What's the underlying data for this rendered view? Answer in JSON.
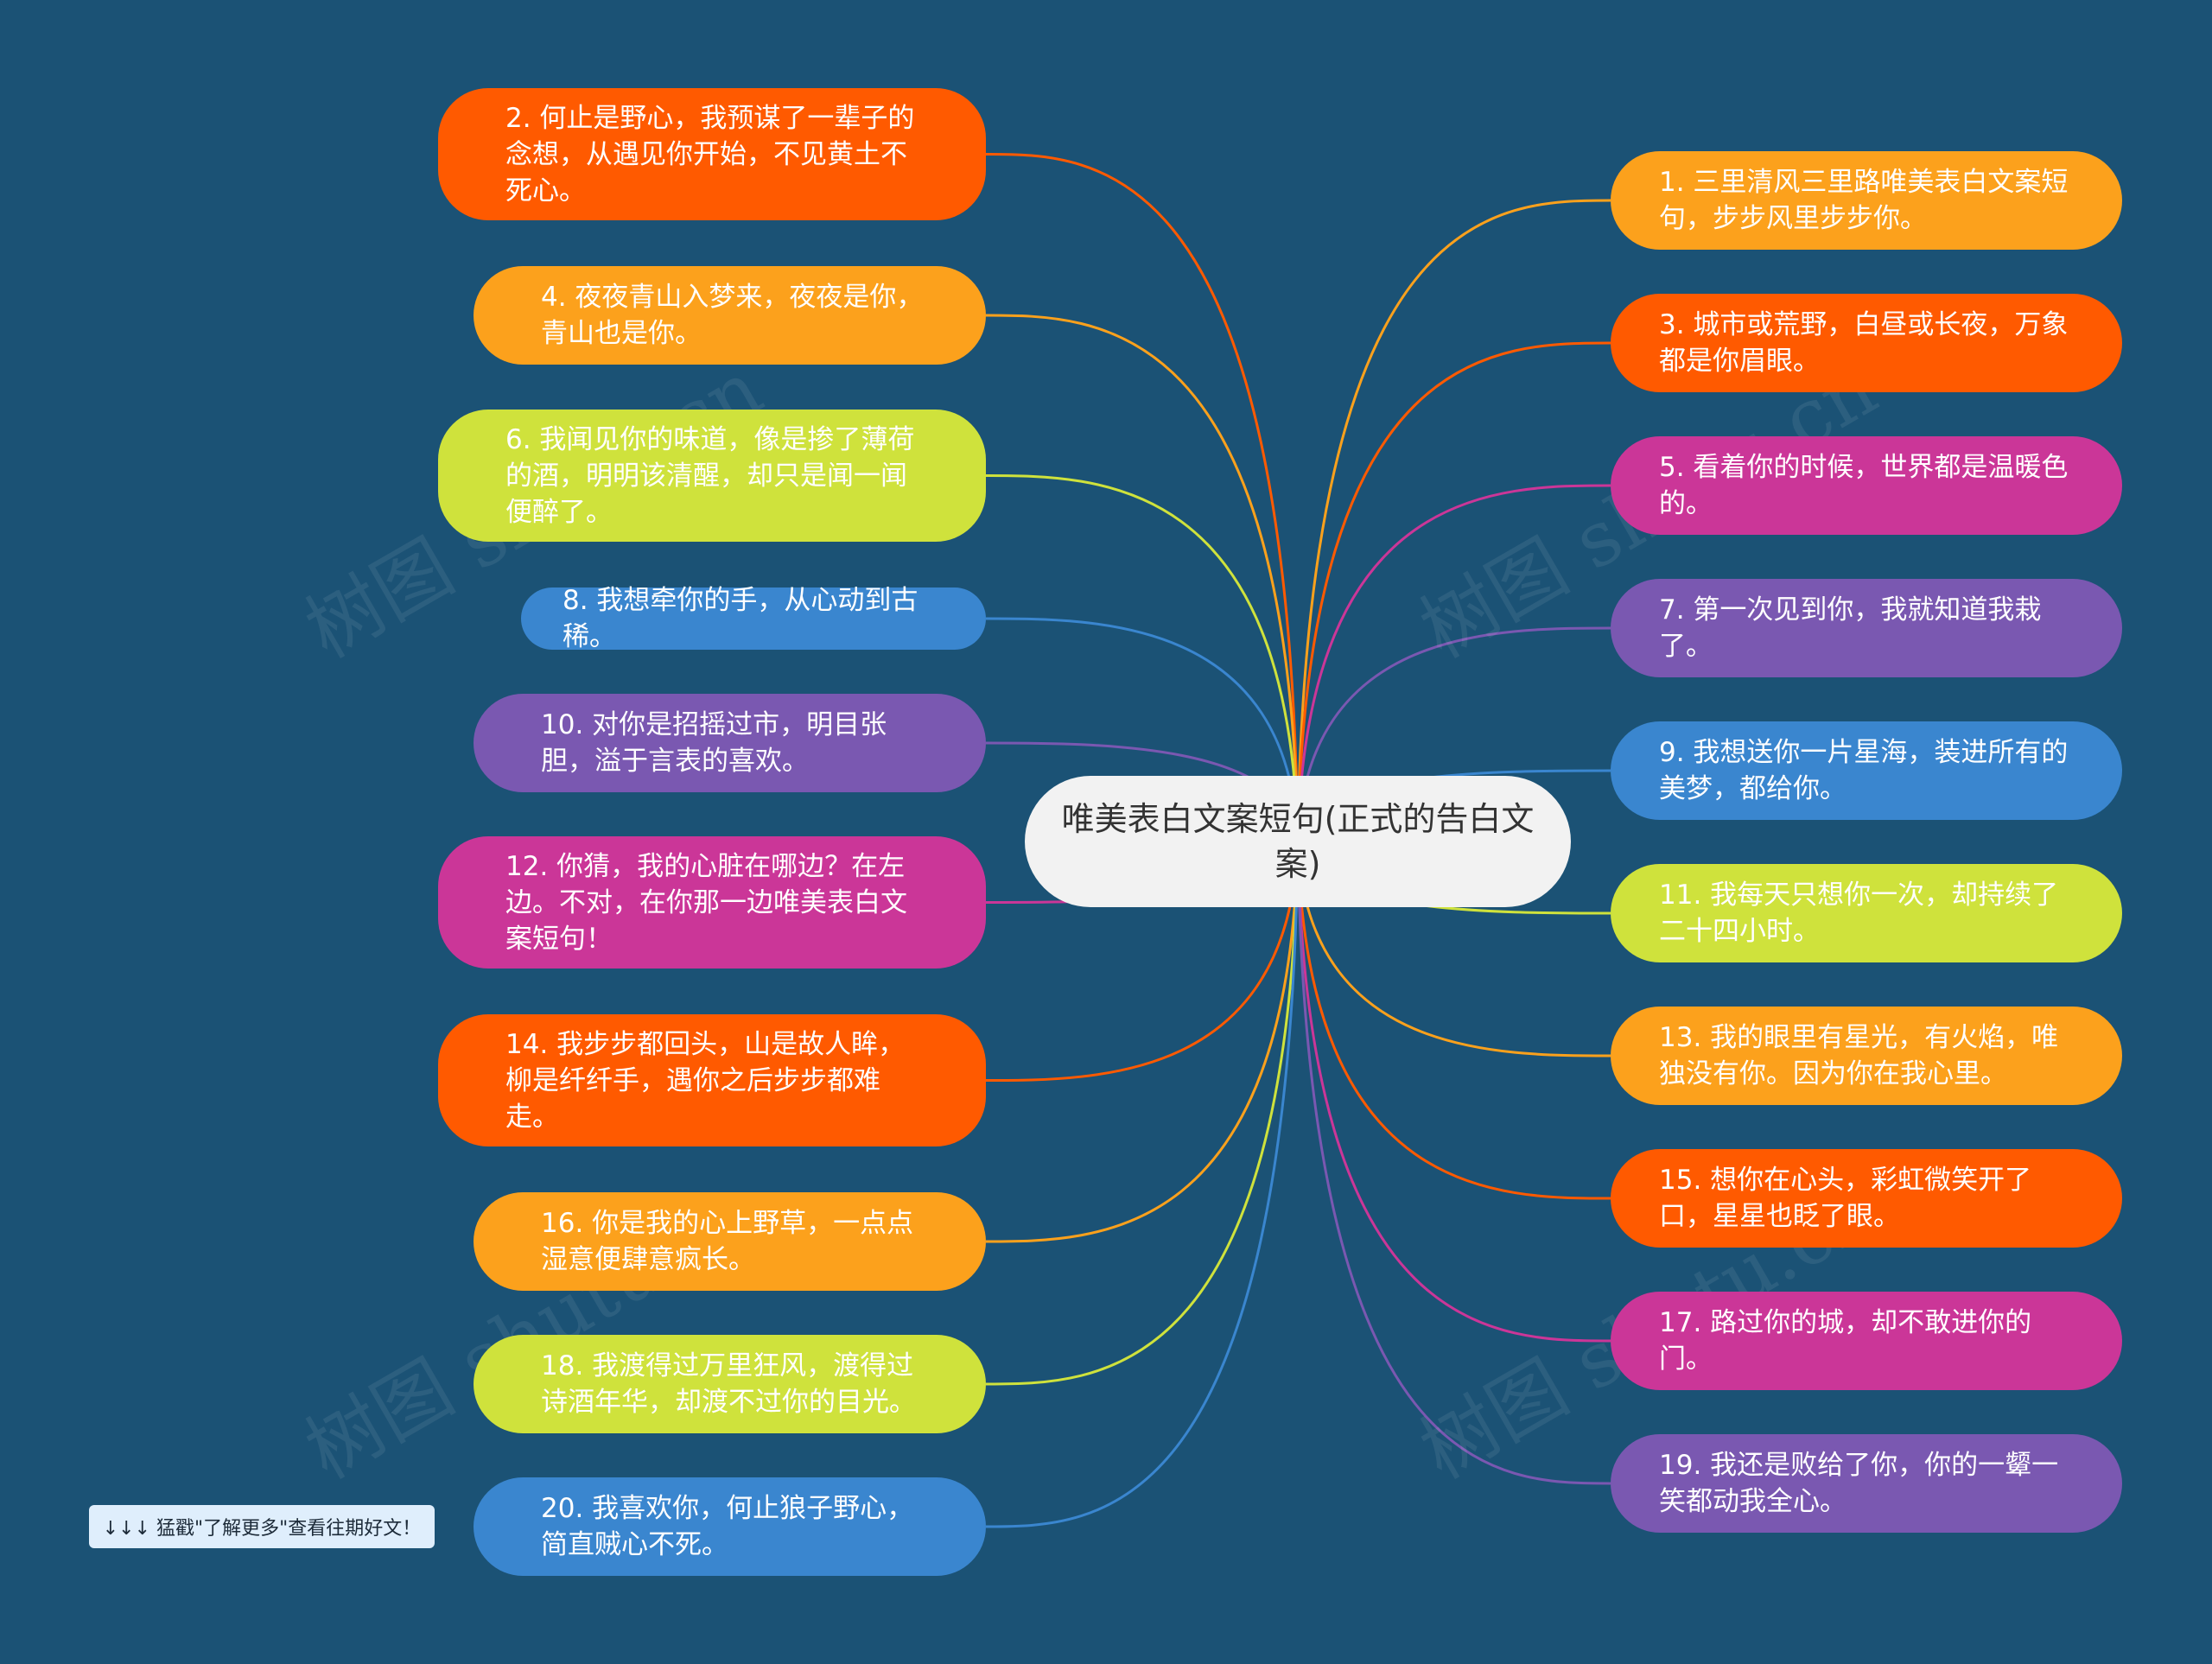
{
  "colors": {
    "background": "#1b5275",
    "orange_red": "#ff5a00",
    "amber": "#fca11c",
    "lime": "#cfe23c",
    "blue": "#3a86cf",
    "purple": "#7a58b1",
    "magenta": "#cb3698",
    "center": "#f2f2f2"
  },
  "center": {
    "text": "唯美表白文案短句(正式的告白文案)"
  },
  "nodes": {
    "n1": {
      "text": "1. 三里清风三里路唯美表白文案短句，步步风里步步你。",
      "color": "#fca11c"
    },
    "n2": {
      "text": "2. 何止是野心，我预谋了一辈子的念想，从遇见你开始，不见黄土不死心。",
      "color": "#ff5a00"
    },
    "n3": {
      "text": "3. 城市或荒野，白昼或长夜，万象都是你眉眼。",
      "color": "#ff5a00"
    },
    "n4": {
      "text": "4. 夜夜青山入梦来，夜夜是你，青山也是你。",
      "color": "#fca11c"
    },
    "n5": {
      "text": "5. 看着你的时候，世界都是温暖色的。",
      "color": "#cb3698"
    },
    "n6": {
      "text": "6. 我闻见你的味道，像是掺了薄荷的酒，明明该清醒，却只是闻一闻便醉了。",
      "color": "#cfe23c"
    },
    "n7": {
      "text": "7. 第一次见到你，我就知道我栽了。",
      "color": "#7a58b1"
    },
    "n8": {
      "text": "8. 我想牵你的手，从心动到古稀。",
      "color": "#3a86cf"
    },
    "n9": {
      "text": "9. 我想送你一片星海，装进所有的美梦，都给你。",
      "color": "#3a86cf"
    },
    "n10": {
      "text": "10. 对你是招摇过市，明目张胆，溢于言表的喜欢。",
      "color": "#7a58b1"
    },
    "n11": {
      "text": "11. 我每天只想你一次，却持续了二十四小时。",
      "color": "#cfe23c"
    },
    "n12": {
      "text": "12. 你猜，我的心脏在哪边？在左边。不对，在你那一边唯美表白文案短句！",
      "color": "#cb3698"
    },
    "n13": {
      "text": "13. 我的眼里有星光，有火焰，唯独没有你。因为你在我心里。",
      "color": "#fca11c"
    },
    "n14": {
      "text": "14. 我步步都回头，山是故人眸，柳是纤纤手，遇你之后步步都难走。",
      "color": "#ff5a00"
    },
    "n15": {
      "text": "15. 想你在心头，彩虹微笑开了口，星星也眨了眼。",
      "color": "#ff5a00"
    },
    "n16": {
      "text": "16. 你是我的心上野草，一点点湿意便肆意疯长。",
      "color": "#fca11c"
    },
    "n17": {
      "text": "17. 路过你的城，却不敢进你的门。",
      "color": "#cb3698"
    },
    "n18": {
      "text": "18. 我渡得过万里狂风，渡得过诗酒年华，却渡不过你的目光。",
      "color": "#cfe23c"
    },
    "n19": {
      "text": "19. 我还是败给了你，你的一颦一笑都动我全心。",
      "color": "#7a58b1"
    },
    "n20": {
      "text": "20. 我喜欢你，何止狼子野心，简直贼心不死。",
      "color": "#3a86cf"
    }
  },
  "footnote": {
    "text": "↓↓↓ 猛戳\"了解更多\"查看往期好文！"
  },
  "watermark": {
    "text": "树图 shutu.cn"
  }
}
